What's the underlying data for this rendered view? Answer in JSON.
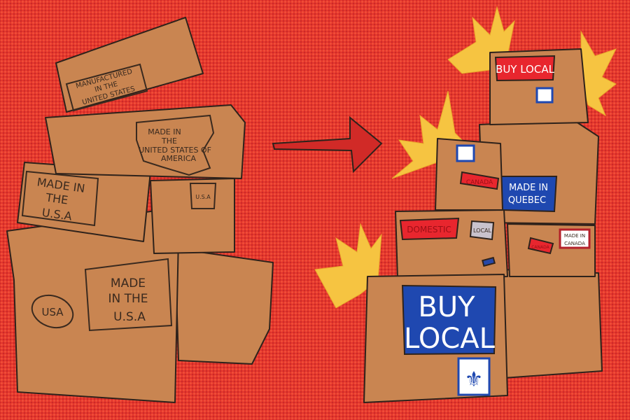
{
  "left_stack": {
    "label_manufactured": [
      "MANUFACTURED",
      "IN THE",
      "UNITED STATES"
    ],
    "label_made_in_usa_america": [
      "MADE IN",
      "THE",
      "UNITED STATES OF",
      "AMERICA"
    ],
    "label_made_in_usa_tilted": [
      "MADE IN",
      "THE",
      "U.S.A"
    ],
    "label_small_usa": "U.S.A",
    "label_made_in_usa_big": [
      "MADE",
      "IN THE",
      "U.S.A"
    ],
    "label_usa_oval": "USA"
  },
  "right_stack": {
    "top_buy_local": "BUY LOCAL",
    "canada_sticker": "CANADA",
    "made_in_quebec": [
      "MADE IN",
      "QUEBEC"
    ],
    "domestic": "DOMESTIC",
    "local": "LOCAL",
    "canada_small": "CANADA",
    "made_in_canada": [
      "MADE IN",
      "CANADA"
    ],
    "big_buy_local": [
      "BUY",
      "LOCAL"
    ]
  },
  "colors": {
    "background": "#e5362c",
    "cardboard": "#c98551",
    "burst": "#f6c441",
    "blue": "#1f48b0",
    "red": "#e8262e"
  }
}
